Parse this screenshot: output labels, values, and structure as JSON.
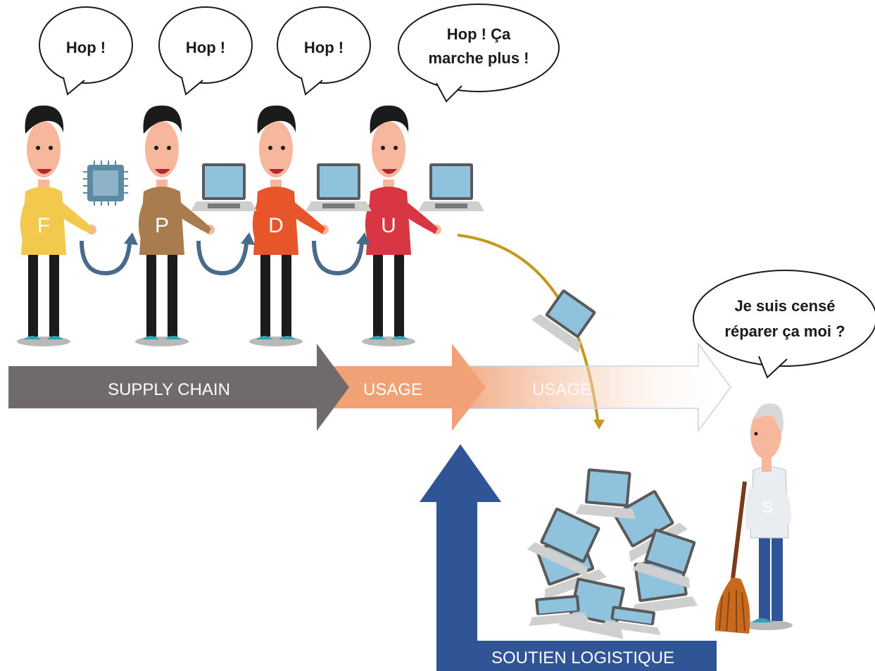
{
  "bubbles": {
    "f": "Hop !",
    "p": "Hop !",
    "d": "Hop !",
    "u_line1": "Hop ! Ça",
    "u_line2": "marche plus !",
    "repair_line1": "Je suis censé",
    "repair_line2": "réparer ça moi ?"
  },
  "people": {
    "f": {
      "letter": "F",
      "shirt": "#F2C94C"
    },
    "p": {
      "letter": "P",
      "shirt": "#A97C50"
    },
    "d": {
      "letter": "D",
      "shirt": "#E8552B"
    },
    "u": {
      "letter": "U",
      "shirt": "#D93644"
    }
  },
  "flow": {
    "supply_chain": "SUPPLY CHAIN",
    "usage": "USAGE",
    "usage_faded": "USAGE",
    "soutien": "SOUTIEN LOGISTIQUE",
    "supply_color": "#706A6C",
    "usage_color": "#F0A176",
    "soutien_color": "#2F5597"
  },
  "repairman": {
    "shirt_letter": "S"
  }
}
